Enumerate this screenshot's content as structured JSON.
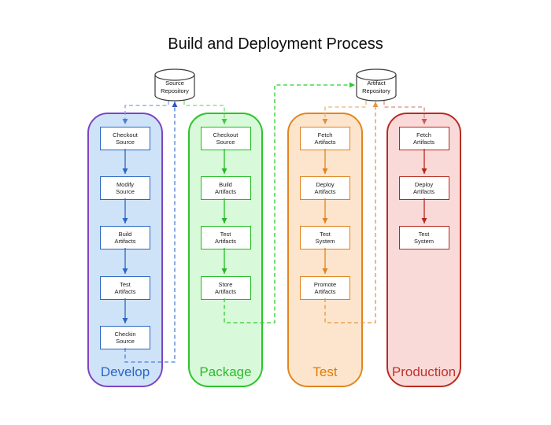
{
  "title": "Build and Deployment Process",
  "repositories": [
    {
      "name": "source-repository",
      "label": "Source\nRepository"
    },
    {
      "name": "artifact-repository",
      "label": "Artifact\nRepository"
    }
  ],
  "lanes": [
    {
      "name": "develop",
      "label": "Develop",
      "fill": "#cfe3f8",
      "border": "#7d44c2",
      "accent": "#2b66c4",
      "steps": [
        "Checkout\nSource",
        "Modify\nSource",
        "Build\nArtifacts",
        "Test\nArtifacts",
        "Checkin\nSource"
      ]
    },
    {
      "name": "package",
      "label": "Package",
      "fill": "#d9fada",
      "border": "#2bc42b",
      "accent": "#22bb22",
      "steps": [
        "Checkout\nSource",
        "Build\nArtifacts",
        "Test\nArtifacts",
        "Store\nArtifacts"
      ]
    },
    {
      "name": "test",
      "label": "Test",
      "fill": "#fce5cc",
      "border": "#e2861f",
      "accent": "#e0821f",
      "steps": [
        "Fetch\nArtifacts",
        "Deploy\nArtifacts",
        "Test\nSystem",
        "Promote\nArtifacts"
      ]
    },
    {
      "name": "production",
      "label": "Production",
      "fill": "#fadad9",
      "border": "#b62d20",
      "accent": "#b5281c",
      "steps": [
        "Fetch\nArtifacts",
        "Deploy\nArtifacts",
        "Test\nSystem"
      ]
    }
  ],
  "edges": [
    {
      "from": "source-repository",
      "to": "develop.checkout-source",
      "style": "dashed",
      "color": "#7aa3e6"
    },
    {
      "from": "develop.checkin-source",
      "to": "source-repository",
      "style": "dashed",
      "color": "#4d7fd6"
    },
    {
      "from": "source-repository",
      "to": "package.checkout-source",
      "style": "dashed",
      "color": "#77dd77"
    },
    {
      "from": "package.store-artifacts",
      "to": "artifact-repository",
      "style": "dashed",
      "color": "#2ecc2e"
    },
    {
      "from": "artifact-repository",
      "to": "test.fetch-artifacts",
      "style": "dashed",
      "color": "#e9b579"
    },
    {
      "from": "test.promote-artifacts",
      "to": "artifact-repository",
      "style": "dashed",
      "color": "#e6953f"
    },
    {
      "from": "artifact-repository",
      "to": "production.fetch-artifacts",
      "style": "dashed",
      "color": "#d98d82"
    },
    {
      "note": "solid arrows connect consecutive steps within each lane, colored by lane accent"
    }
  ]
}
